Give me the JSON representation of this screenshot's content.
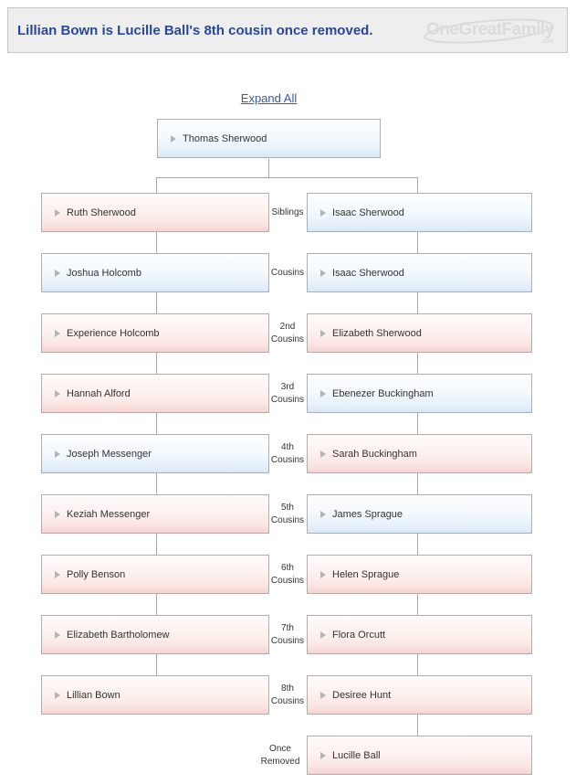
{
  "header": {
    "title": "Lillian Bown is Lucille Ball's 8th cousin once removed.",
    "logo_text": "OneGreatFamily",
    "logo_suffix": ".com"
  },
  "tree": {
    "expand_all_label": "Expand All",
    "root": {
      "name": "Thomas Sherwood",
      "color": "blue"
    },
    "rows": [
      {
        "relationship": "Siblings",
        "left": {
          "name": "Ruth Sherwood",
          "color": "pink"
        },
        "right": {
          "name": "Isaac Sherwood",
          "color": "blue"
        }
      },
      {
        "relationship": "Cousins",
        "left": {
          "name": "Joshua Holcomb",
          "color": "blue"
        },
        "right": {
          "name": "Isaac Sherwood",
          "color": "blue"
        }
      },
      {
        "relationship": "2nd Cousins",
        "left": {
          "name": "Experience Holcomb",
          "color": "pink"
        },
        "right": {
          "name": "Elizabeth Sherwood",
          "color": "pink"
        }
      },
      {
        "relationship": "3rd Cousins",
        "left": {
          "name": "Hannah Alford",
          "color": "pink"
        },
        "right": {
          "name": "Ebenezer Buckingham",
          "color": "blue"
        }
      },
      {
        "relationship": "4th Cousins",
        "left": {
          "name": "Joseph Messenger",
          "color": "blue"
        },
        "right": {
          "name": "Sarah Buckingham",
          "color": "pink"
        }
      },
      {
        "relationship": "5th Cousins",
        "left": {
          "name": "Keziah Messenger",
          "color": "pink"
        },
        "right": {
          "name": "James Sprague",
          "color": "blue"
        }
      },
      {
        "relationship": "6th Cousins",
        "left": {
          "name": "Polly Benson",
          "color": "pink"
        },
        "right": {
          "name": "Helen Sprague",
          "color": "pink"
        }
      },
      {
        "relationship": "7th Cousins",
        "left": {
          "name": "Elizabeth Bartholomew",
          "color": "pink"
        },
        "right": {
          "name": "Flora Orcutt",
          "color": "pink"
        }
      },
      {
        "relationship": "8th Cousins",
        "left": {
          "name": "Lillian Bown",
          "color": "pink"
        },
        "right": {
          "name": "Desiree Hunt",
          "color": "pink"
        }
      }
    ],
    "final_row": {
      "relationship": "Once Removed",
      "person": {
        "name": "Lucille Ball",
        "color": "pink"
      }
    }
  },
  "colors": {
    "title_blue": "#28489b",
    "link_blue": "#3b5aa1",
    "pink_box_bottom": "#f5d2d1",
    "blue_box_bottom": "#d8e7f6",
    "box_border": "#aeaeae",
    "connector": "#a6a6a6",
    "header_bg": "#eeeeee",
    "logo_gray": "#dbdbdb"
  }
}
